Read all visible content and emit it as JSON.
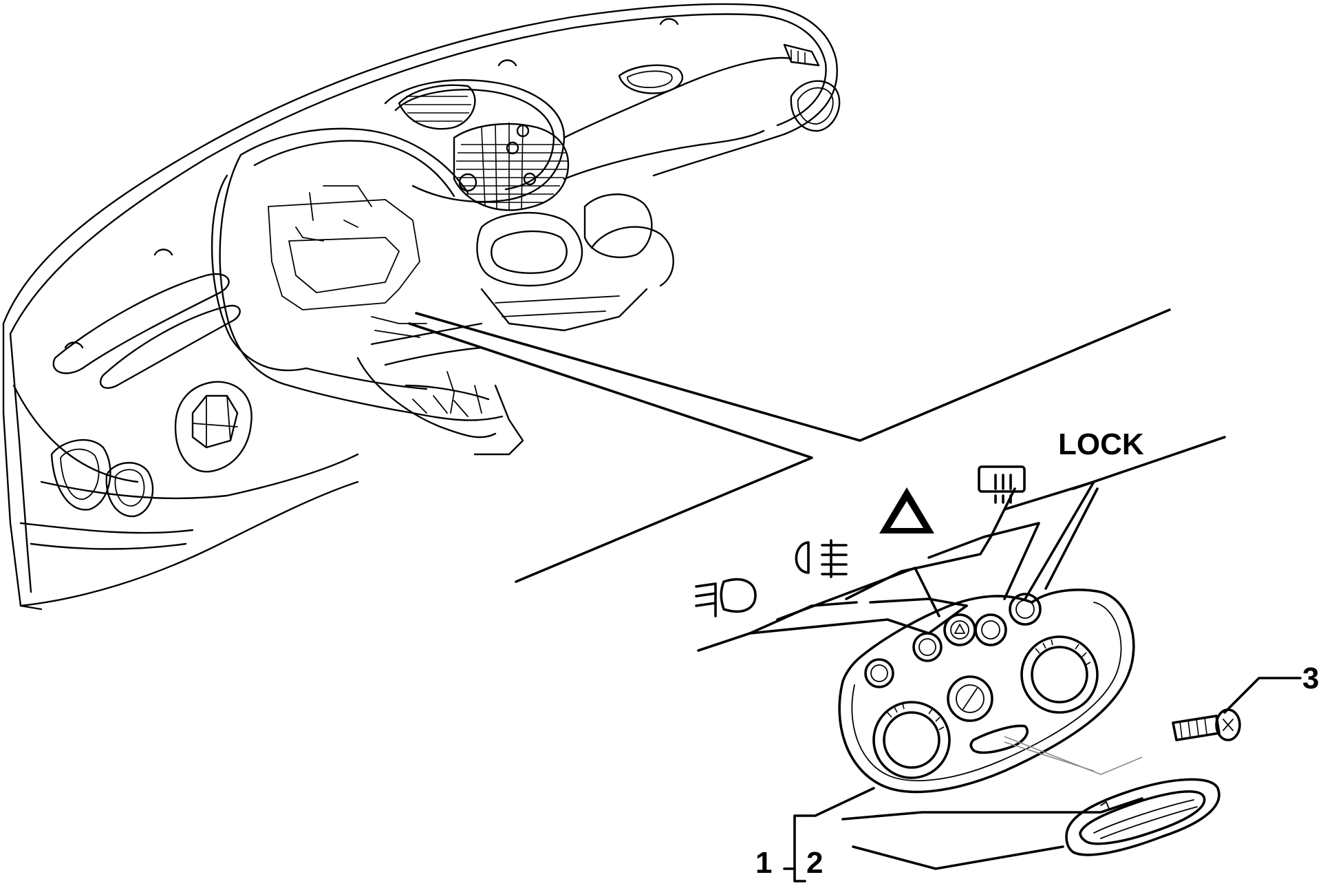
{
  "diagram": {
    "symbols": {
      "lock_label": "LOCK",
      "icons": [
        "rear-fog-light-icon",
        "front-fog-light-icon",
        "hazard-warning-icon",
        "rear-window-defrost-icon"
      ]
    },
    "callouts": [
      {
        "number": "1",
        "icon": "control-panel-bezel"
      },
      {
        "number": "2",
        "icon": "vent-grille"
      },
      {
        "number": "3",
        "icon": "screw-icon"
      }
    ]
  }
}
